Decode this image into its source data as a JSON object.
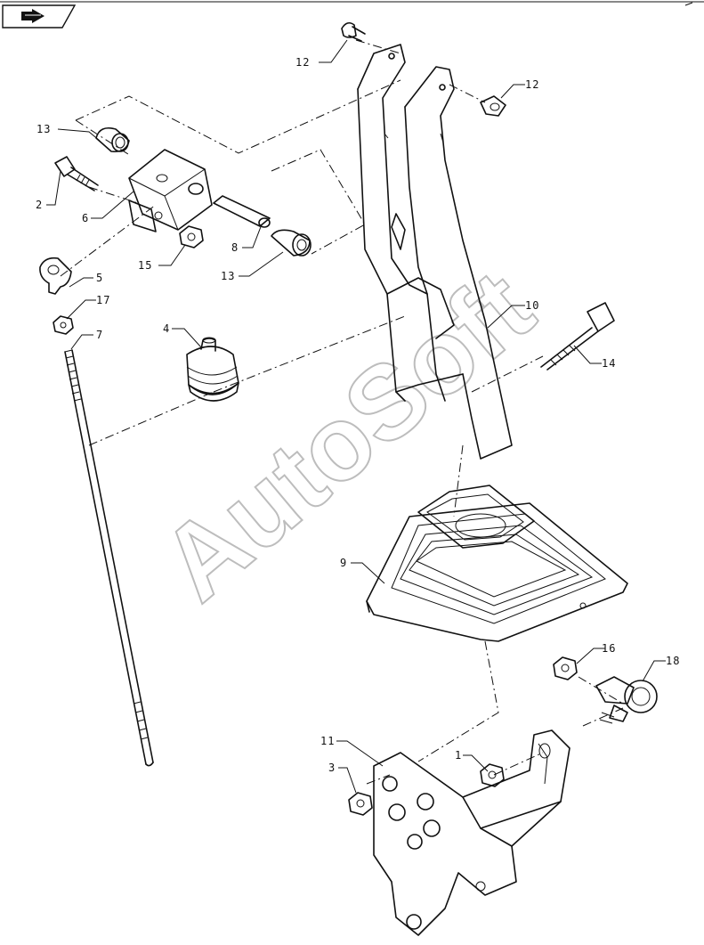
{
  "watermark": "AutoSoft",
  "nav_icon": "arrow-return-icon",
  "callouts": {
    "c1": "1",
    "c2": "2",
    "c3": "3",
    "c4": "4",
    "c5": "5",
    "c6": "6",
    "c7": "7",
    "c8": "8",
    "c9": "9",
    "c10": "10",
    "c11": "11",
    "c12a": "12",
    "c12b": "12",
    "c13a": "13",
    "c13b": "13",
    "c14": "14",
    "c15": "15",
    "c16": "16",
    "c17": "17",
    "c18": "18"
  }
}
